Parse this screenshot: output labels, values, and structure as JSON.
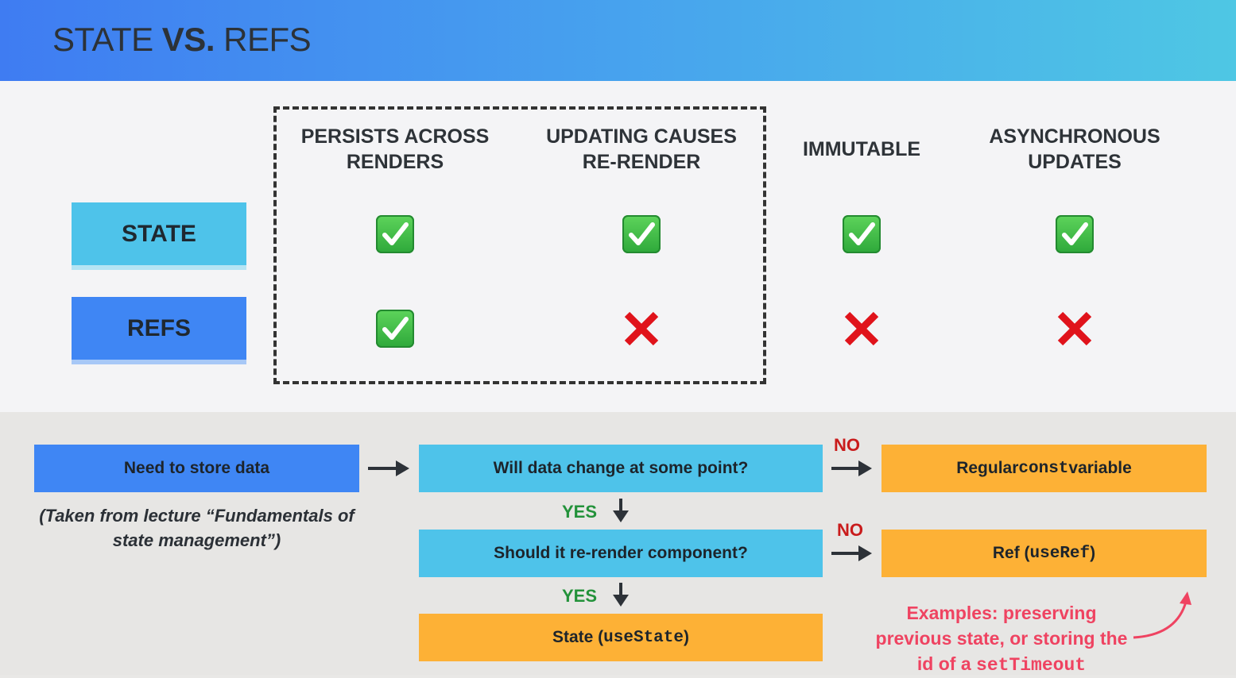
{
  "header": {
    "title_part1": "STATE ",
    "title_part2": "VS.",
    "title_part3": " REFS",
    "gradient_colors": [
      "#3f7cf2",
      "#4ec7e4"
    ]
  },
  "comparison_table": {
    "columns": [
      {
        "label": "PERSISTS ACROSS\nRENDERS"
      },
      {
        "label": "UPDATING CAUSES\nRE-RENDER"
      },
      {
        "label": "IMMUTABLE"
      },
      {
        "label": "ASYNCHRONOUS\nUPDATES"
      }
    ],
    "rows": [
      {
        "label": "STATE",
        "color": "#4ec3ea",
        "values": [
          "check",
          "check",
          "check",
          "check"
        ]
      },
      {
        "label": "REFS",
        "color": "#3f86f4",
        "values": [
          "check",
          "cross",
          "cross",
          "cross"
        ]
      }
    ],
    "highlighted_columns": [
      0,
      1
    ]
  },
  "flowchart": {
    "start": "Need to store data",
    "question1": "Will data change at some point?",
    "question2": "Should it re-render component?",
    "result_no1_prefix": "Regular ",
    "result_no1_code": "const",
    "result_no1_suffix": " variable",
    "result_no2_prefix": "Ref (",
    "result_no2_code": "useRef",
    "result_no2_suffix": ")",
    "result_yes_prefix": "State (",
    "result_yes_code": "useState",
    "result_yes_suffix": ")",
    "no_label": "NO",
    "yes_label": "YES",
    "note": "(Taken from lecture “Fundamentals of state management”)",
    "examples_lead": "Examples:",
    "examples_text": " preserving previous state, or storing the id of a ",
    "examples_code": "setTimeout",
    "colors": {
      "blue": "#3f86f4",
      "cyan": "#4ec3ea",
      "orange": "#fdb136",
      "no": "#c91c1c",
      "yes": "#23923a",
      "examples": "#ef4361"
    }
  }
}
